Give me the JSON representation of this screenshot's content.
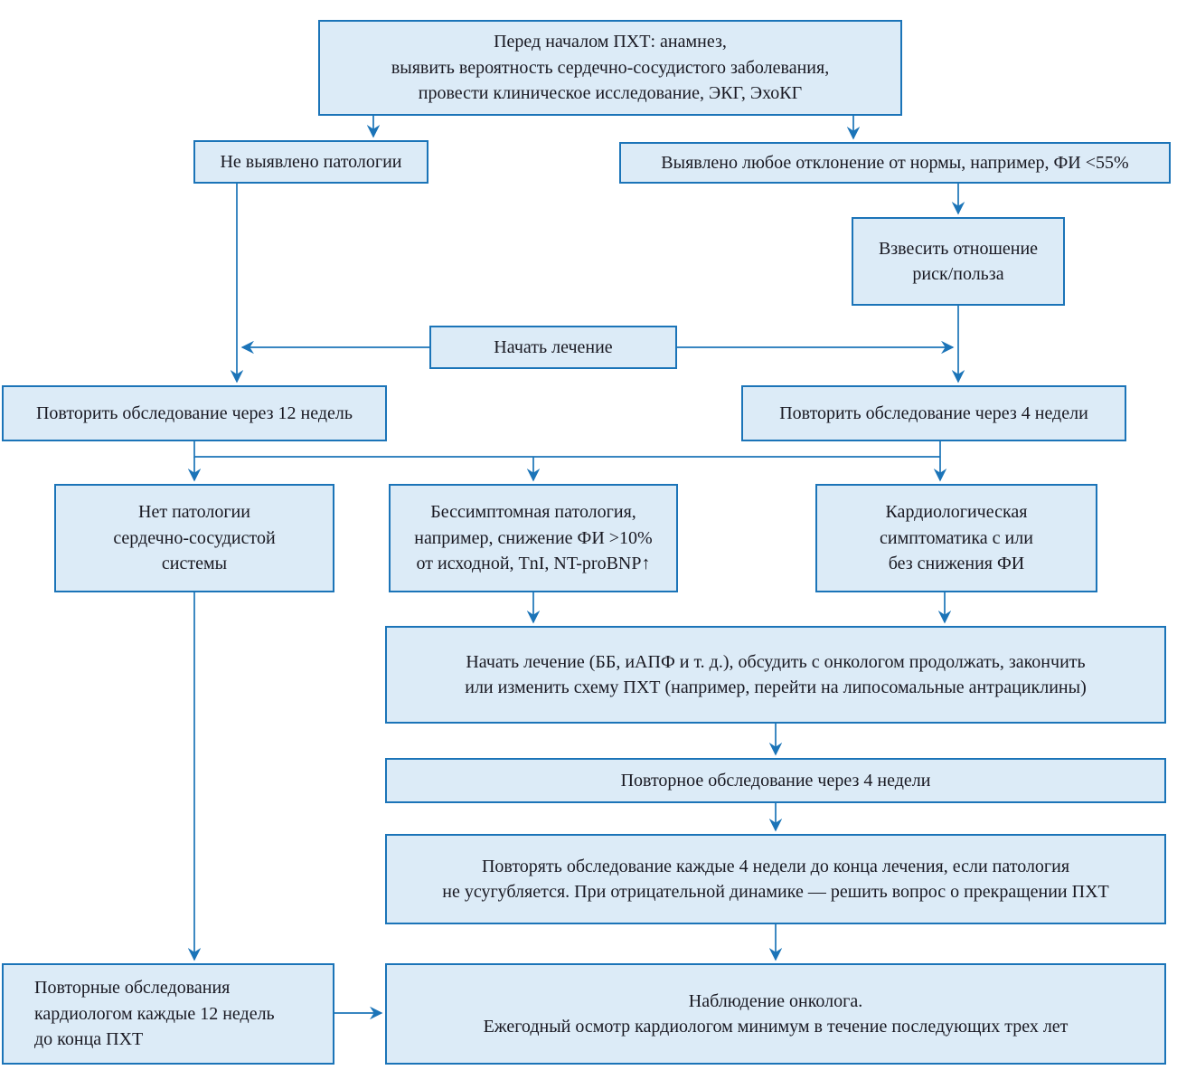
{
  "diagram": {
    "type": "flowchart",
    "language": "ru",
    "colors": {
      "box_fill": "#dcebf7",
      "box_border": "#1b74b8",
      "connector": "#1b74b8",
      "text": "#191922",
      "background": "#ffffff"
    },
    "nodes": {
      "pre_pct": {
        "text": "Перед началом ПХТ: анамнез,\nвыявить вероятность сердечно-сосудистого заболевания,\nпровести клиническое исследование, ЭКГ, ЭхоКГ"
      },
      "no_pathology": {
        "text": "Не выявлено патологии"
      },
      "abnormality": {
        "text": "Выявлено любое отклонение от нормы, например, ФИ <55%"
      },
      "risk_benefit": {
        "text": "Взвесить отношение\nриск/польза"
      },
      "start_treatment": {
        "text": "Начать лечение"
      },
      "recheck_12w": {
        "text": "Повторить обследование через 12 недель"
      },
      "recheck_4w": {
        "text": "Повторить обследование через 4 недели"
      },
      "no_cv_pathology": {
        "text": "Нет патологии\nсердечно-сосудистой\nсистемы"
      },
      "asymptomatic": {
        "text": "Бессимптомная патология,\nнапример, снижение ФИ >10%\nот исходной, TnI, NT-proBNP↑"
      },
      "cardiac_symptoms": {
        "text": "Кардиологическая\nсимптоматика с или\nбез снижения ФИ"
      },
      "treat_discuss": {
        "text": "Начать лечение (ББ, иАПФ и т. д.), обсудить с онкологом продолжать, закончить\nили изменить схему ПХТ (например, перейти на липосомальные антрациклины)"
      },
      "reexam_4w": {
        "text": "Повторное обследование через 4 недели"
      },
      "repeat_until_end": {
        "text": "Повторять обследование каждые 4 недели до конца лечения, если патология\nне усугубляется. При отрицательной динамике — решить вопрос о прекращении ПХТ"
      },
      "cardiologist_12w": {
        "text": "Повторные обследования\nкардиологом каждые 12 недель\nдо конца ПХТ"
      },
      "oncologist_followup": {
        "text": "Наблюдение онколога.\nЕжегодный осмотр кардиологом минимум в течение последующих трех лет"
      }
    }
  }
}
